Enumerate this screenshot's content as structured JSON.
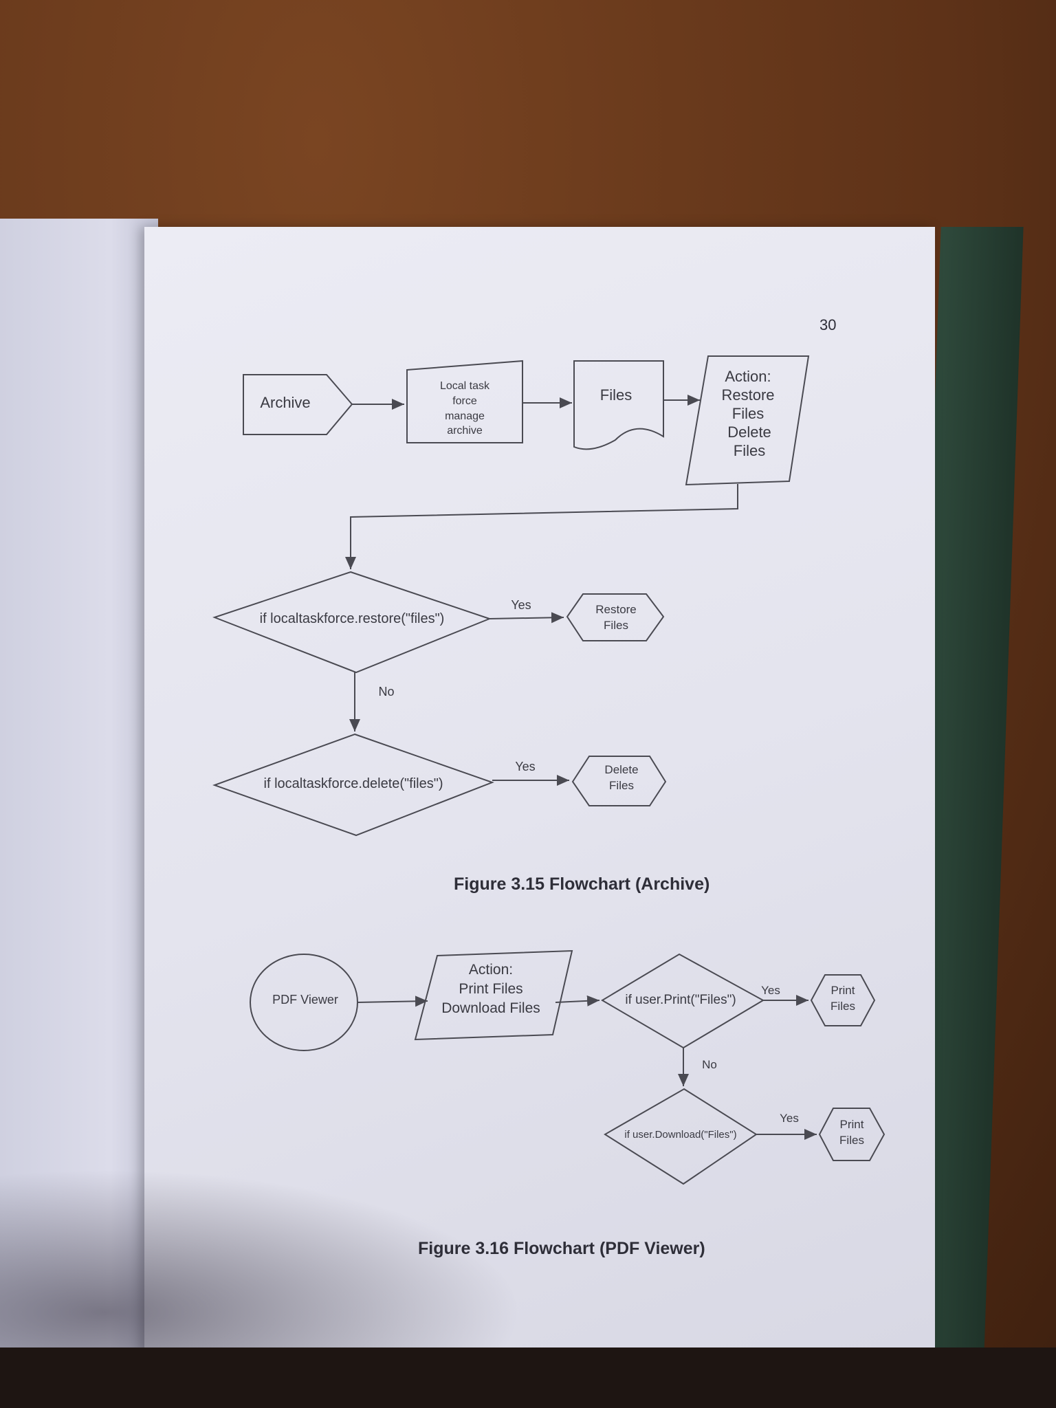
{
  "page_number": "30",
  "figure1": {
    "caption": "Figure 3.15 Flowchart (Archive)",
    "archive": "Archive",
    "local_task": [
      "Local task",
      "force",
      "manage",
      "archive"
    ],
    "files": "Files",
    "action": [
      "Action:",
      "Restore",
      "Files",
      "Delete",
      "Files"
    ],
    "decision_restore": "if localtaskforce.restore(\"files\")",
    "yes_1": "Yes",
    "restore_files": [
      "Restore",
      "Files"
    ],
    "no_1": "No",
    "decision_delete": "if localtaskforce.delete(\"files\")",
    "yes_2": "Yes",
    "delete_files": [
      "Delete",
      "Files"
    ]
  },
  "figure2": {
    "caption": "Figure 3.16 Flowchart (PDF Viewer)",
    "pdf_viewer": "PDF Viewer",
    "action": [
      "Action:",
      "Print Files",
      "Download Files"
    ],
    "decision_print": "if user.Print(\"Files\")",
    "yes_1": "Yes",
    "print_files_1": [
      "Print",
      "Files"
    ],
    "no_1": "No",
    "decision_download": "if user.Download(\"Files\")",
    "yes_2": "Yes",
    "print_files_2": [
      "Print",
      "Files"
    ]
  }
}
